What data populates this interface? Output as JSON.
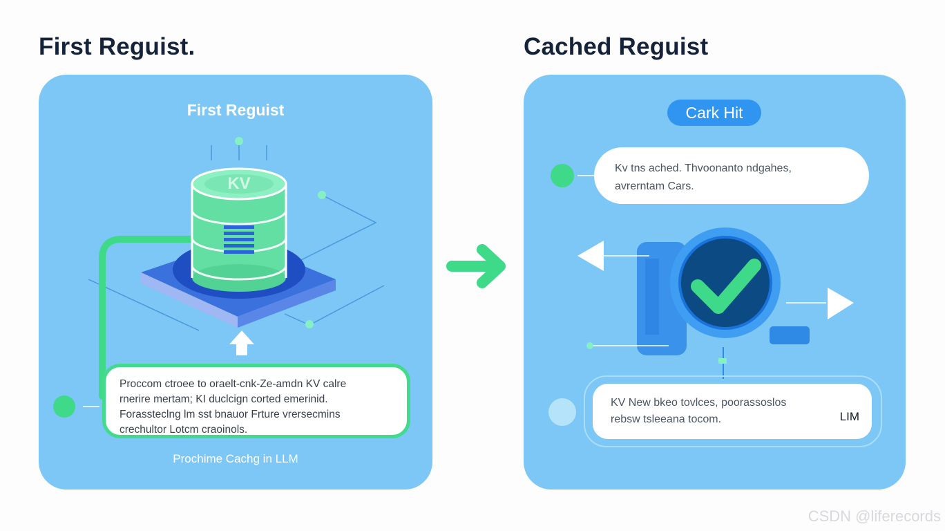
{
  "headings": {
    "left": "First Reguist.",
    "right": "Cached Reguist"
  },
  "first_panel": {
    "title": "First Reguist",
    "cylinder_label": "KV",
    "description_lines": [
      "Proccom ctroee to oraelt-cnk-Ze-amdn KV calre",
      "rnerire mertam; KI duclcign corted emerinid.",
      "Forassteclng lm sst bnauor Frture vrersecmins",
      "crechultor Lotcm craoinols."
    ],
    "caption": "Prochime Cachg in LLM"
  },
  "cached_panel": {
    "hit_label": "Cark Hit",
    "message_lines": [
      "Kv tns ached. Thvoonanto ndgahes,",
      "avrerntam Cars."
    ],
    "output_lines": [
      "KV New bkeo tovlces, poorassoslos",
      "rebsw tsleeana tocom."
    ],
    "output_tag": "LIM"
  },
  "watermark": "CSDN @liferecords",
  "colors": {
    "panel": "#7cc7f6",
    "accent_green": "#3fd98a",
    "badge_blue": "#2f95f0",
    "heading": "#15233a",
    "check_circle": "#0b4a82"
  },
  "icons": {
    "database": "database-cylinder-icon",
    "check": "checkmark-icon",
    "arrow": "arrow-right-icon"
  }
}
